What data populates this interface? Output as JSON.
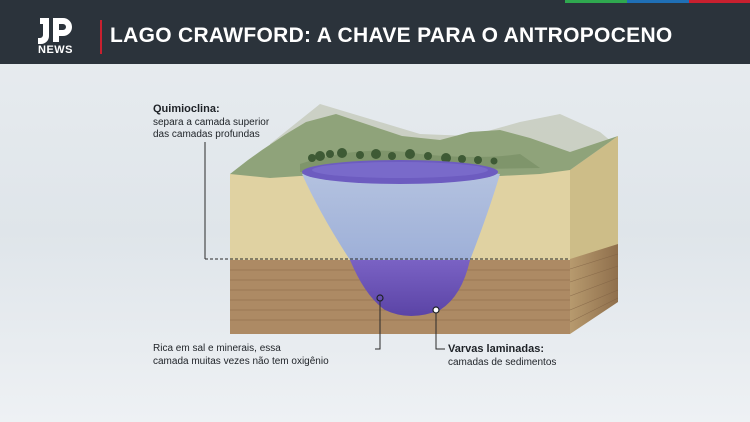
{
  "brand": {
    "name": "NEWS"
  },
  "header": {
    "title": "LAGO CRAWFORD: A CHAVE PARA O ANTROPOCENO"
  },
  "colors": {
    "header_bg": "#2b333b",
    "accent_red": "#c8202f",
    "stripe_green": "#2fa84f",
    "stripe_blue": "#1f6fb5",
    "lake_upper": "#a9b9da",
    "lake_lower": "#6f56b8",
    "soil_upper": "#ded0a0",
    "soil_lower": "#a98561"
  },
  "labels": {
    "chemocline_title": "Quimioclina:",
    "chemocline_line1": "separa a camada superior",
    "chemocline_line2": "das camadas profundas",
    "deep_line1": "Rica em sal e minerais, essa",
    "deep_line2": "camada muitas vezes não tem oxigênio",
    "varves_title": "Varvas laminadas:",
    "varves_subtitle": "camadas de sedimentos"
  }
}
